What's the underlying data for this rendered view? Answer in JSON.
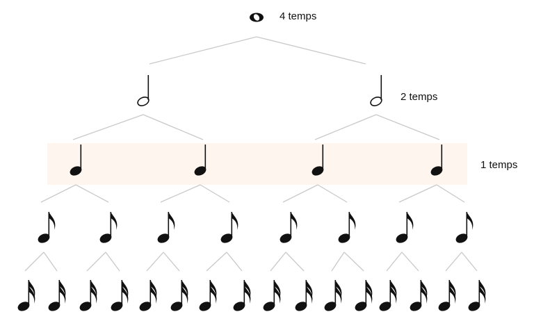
{
  "labels": {
    "whole": "4 temps",
    "half": "2 temps",
    "quarter": "1 temps"
  },
  "levels": [
    {
      "note": "whole-note",
      "count": 1
    },
    {
      "note": "half-note",
      "count": 2
    },
    {
      "note": "quarter-note",
      "count": 4
    },
    {
      "note": "eighth-note",
      "count": 8
    },
    {
      "note": "sixteenth-note",
      "count": 16
    }
  ],
  "colors": {
    "note": "#111111",
    "connector": "#c9c9c9",
    "highlight": "#fdf5ee",
    "text": "#111111"
  }
}
